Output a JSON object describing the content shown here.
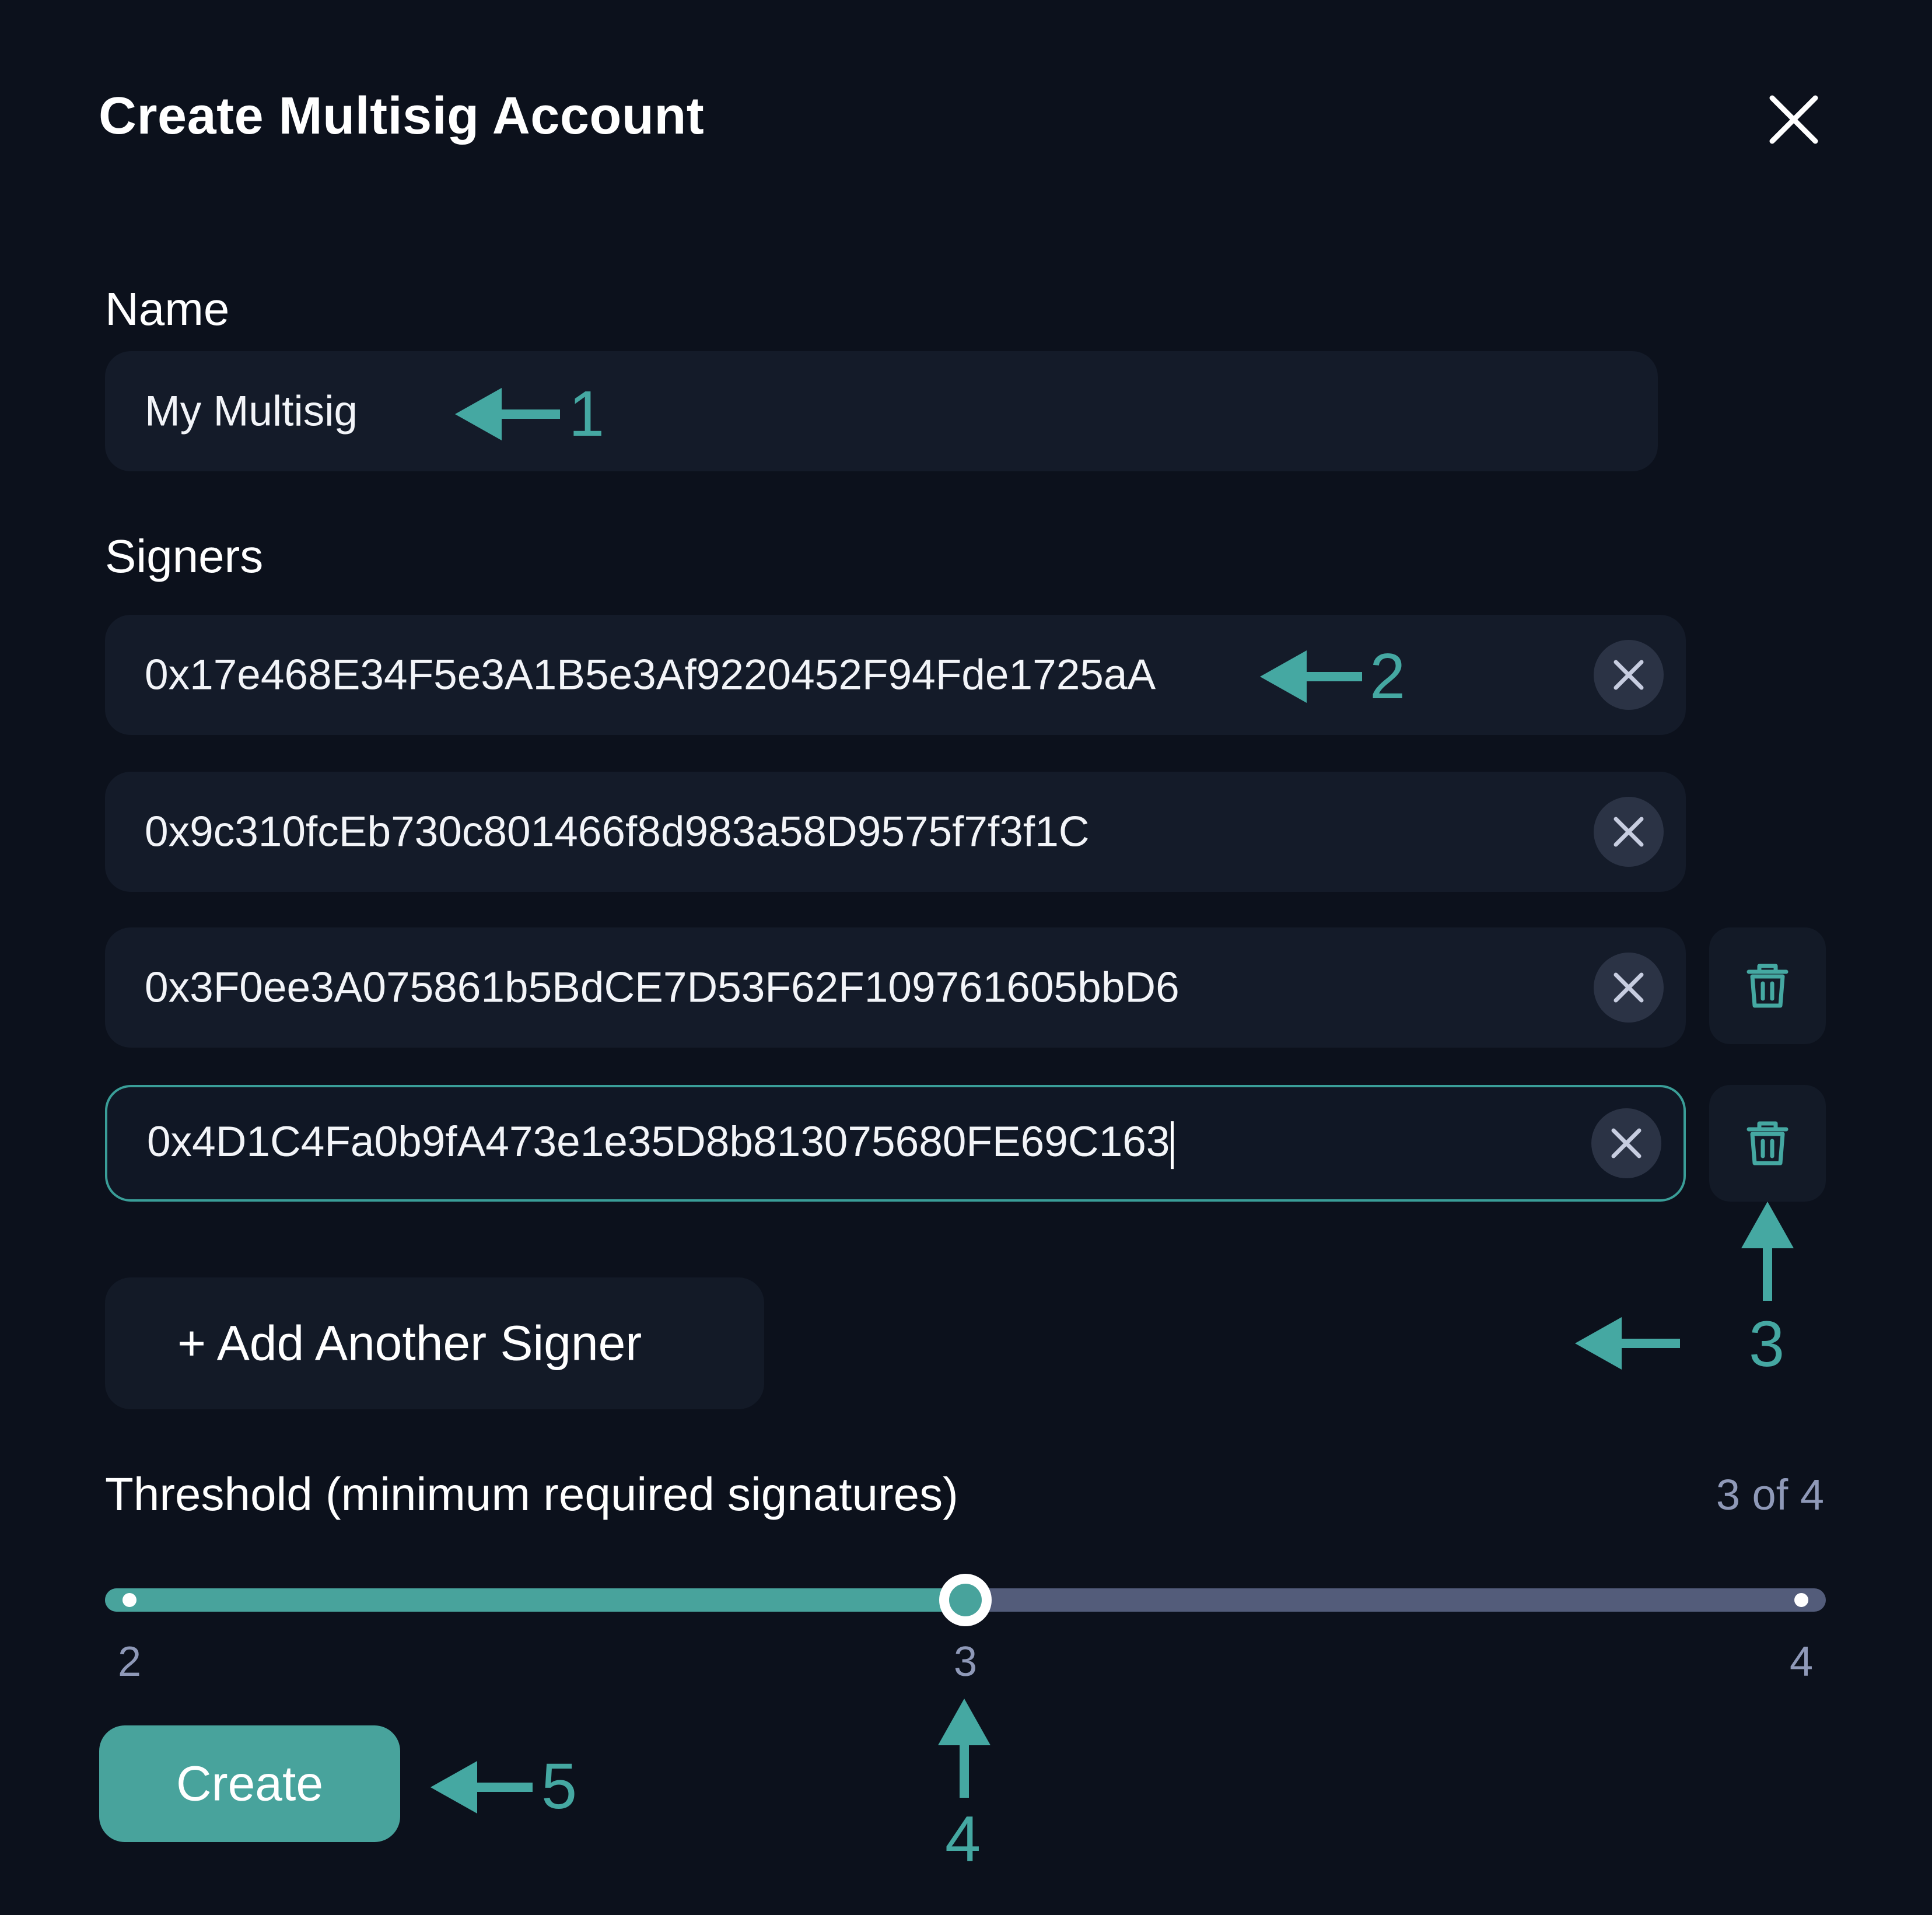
{
  "dialog": {
    "title": "Create Multisig Account",
    "close_icon": "close-icon"
  },
  "name_field": {
    "label": "Name",
    "value": "My Multisig"
  },
  "signers": {
    "label": "Signers",
    "items": [
      {
        "address": "0x17e468E34F5e3A1B5e3Af9220452F94Fde1725aA",
        "removable": false
      },
      {
        "address": "0x9c310fcEb730c801466f8d983a58D9575f7f3f1C",
        "removable": false
      },
      {
        "address": "0x3F0ee3A075861b5BdCE7D53F62F109761605bbD6",
        "removable": true
      },
      {
        "address": "0x4D1C4Fa0b9fA473e1e35D8b813075680FE69C163",
        "removable": true,
        "focused": true
      }
    ],
    "add_button_label": "+ Add Another Signer"
  },
  "threshold": {
    "label": "Threshold (minimum required signatures)",
    "summary": "3 of 4",
    "min": 2,
    "max": 4,
    "value": 3,
    "ticks": [
      "2",
      "3",
      "4"
    ]
  },
  "create_button_label": "Create",
  "annotations": [
    "1",
    "2",
    "3",
    "4",
    "5"
  ],
  "colors": {
    "background": "#0c111c",
    "field": "#141b29",
    "accent": "#48a39c",
    "track": "#535c7a",
    "muted_text": "#8f99b8",
    "annotation": "#45a8a2"
  }
}
